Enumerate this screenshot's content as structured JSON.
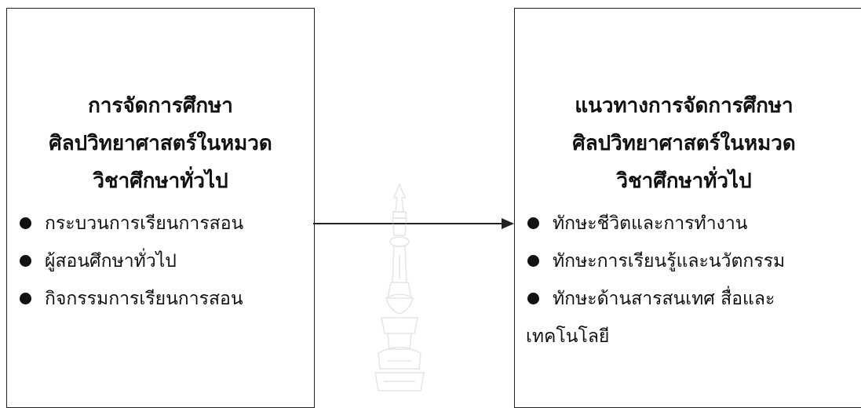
{
  "left_box": {
    "heading_lines": [
      "การจัดการศึกษา",
      "ศิลปวิทยาศาสตร์ในหมวด",
      "วิชาศึกษาทั่วไป"
    ],
    "items": [
      "กระบวนการเรียนการสอน",
      "ผู้สอนศึกษาทั่วไป",
      "กิจกรรมการเรียนการสอน"
    ]
  },
  "right_box": {
    "heading_lines": [
      "แนวทางการจัดการศึกษา",
      "ศิลปวิทยาศาสตร์ในหมวด",
      "วิชาศึกษาทั่วไป"
    ],
    "items": [
      "ทักษะชีวิตและการทำงาน",
      "ทักษะการเรียนรู้และนวัตกรรม",
      "ทักษะด้านสารสนเทศ สื่อและ"
    ],
    "item_continuation": "เทคโนโลยี"
  },
  "colors": {
    "line": "#222222",
    "watermark": "#b9b9b9"
  }
}
